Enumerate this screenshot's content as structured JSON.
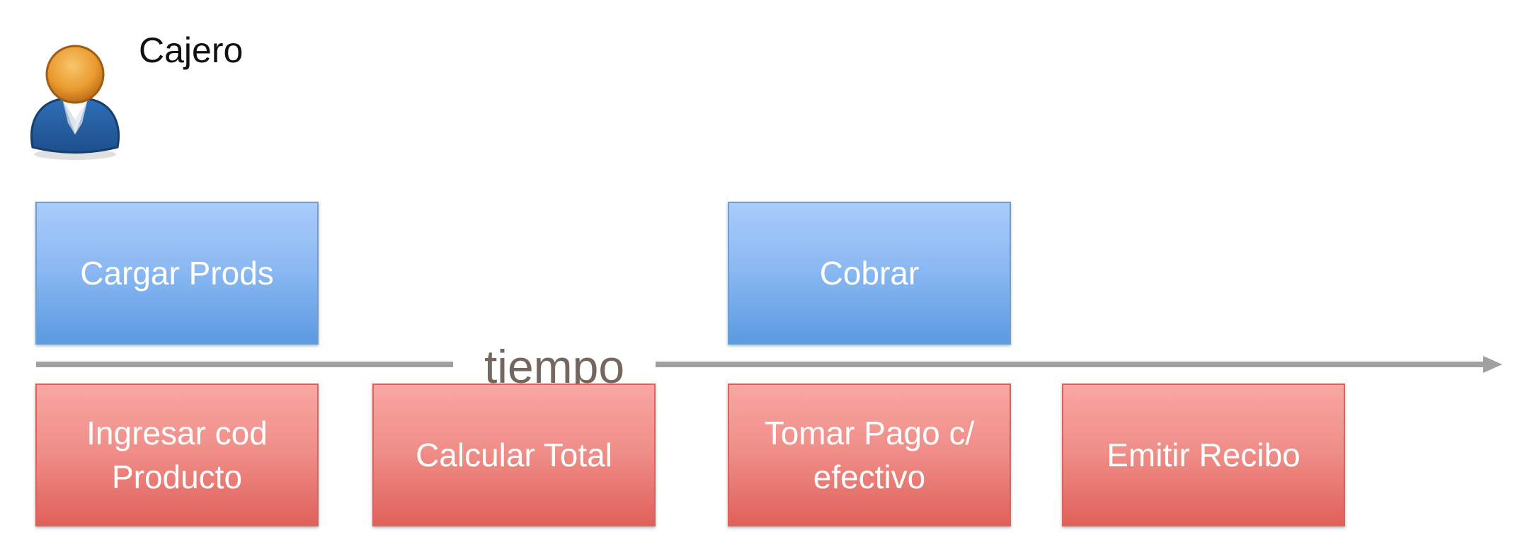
{
  "actor": {
    "label": "Cajero",
    "icon": "user-icon"
  },
  "timeline": {
    "label": "tiempo"
  },
  "activities": {
    "top": [
      {
        "label": "Cargar Prods"
      },
      {
        "label": "Cobrar"
      }
    ],
    "bottom": [
      {
        "label": "Ingresar cod Producto"
      },
      {
        "label": "Calcular Total"
      },
      {
        "label": "Tomar Pago c/ efectivo"
      },
      {
        "label": "Emitir Recibo"
      }
    ]
  },
  "colors": {
    "top_box": "#8ab8f2",
    "bottom_box": "#ef8c86",
    "timeline": "#a0a0a0",
    "label_text": "#75675f"
  }
}
